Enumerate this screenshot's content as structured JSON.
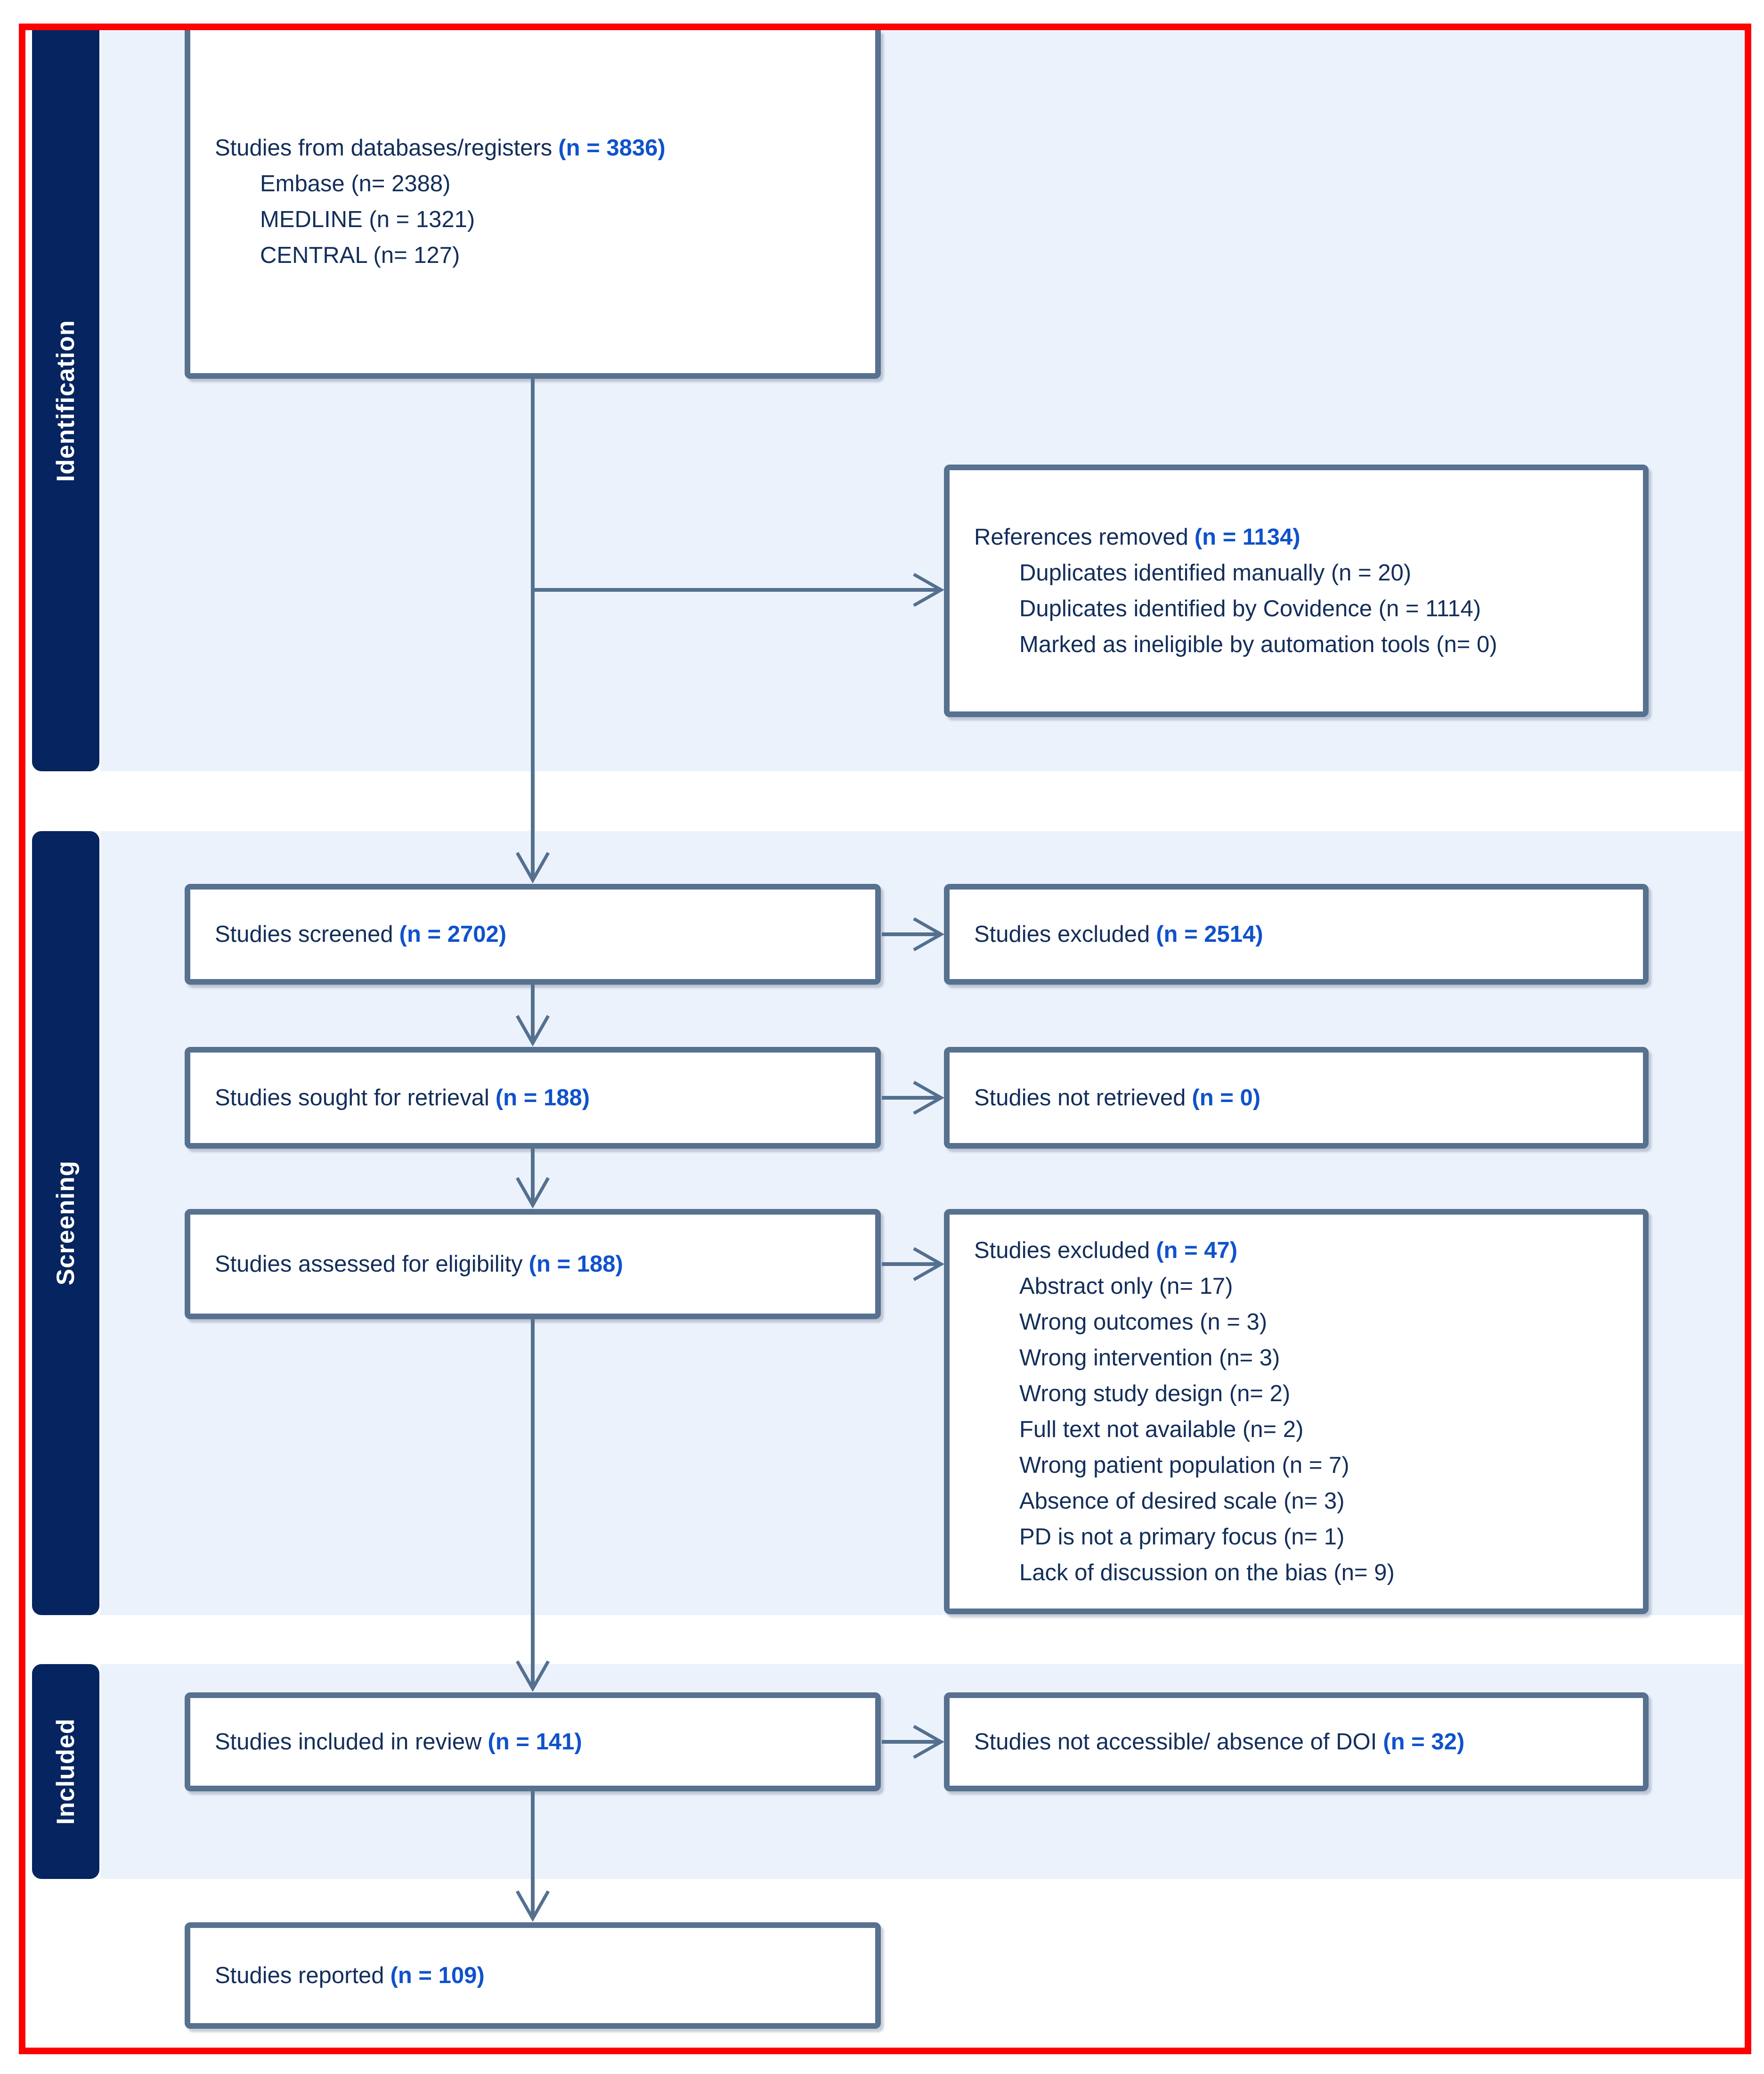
{
  "colors": {
    "frame_red": "#fd0000",
    "sidebar_navy": "#06245f",
    "band_blue": "#ecf2fc",
    "box_border_slate": "#57718f",
    "arrow_slate": "#54708f",
    "text_navy": "#132e5a",
    "count_blue": "#0f52cc"
  },
  "sidebar": {
    "sections": [
      {
        "label": "Identification"
      },
      {
        "label": "Screening"
      },
      {
        "label": "Included"
      }
    ]
  },
  "boxes": {
    "databases": {
      "title": "Studies from databases/registers",
      "n": "(n = 3836)",
      "items": [
        "Embase (n= 2388)",
        "MEDLINE (n = 1321)",
        "CENTRAL (n= 127)"
      ]
    },
    "references_removed": {
      "title": "References removed",
      "n": "(n = 1134)",
      "items": [
        "Duplicates identified manually (n = 20)",
        "Duplicates identified by Covidence (n = 1114)",
        "Marked as ineligible by automation tools (n= 0)"
      ]
    },
    "screened": {
      "title": "Studies screened",
      "n": "(n = 2702)"
    },
    "excluded_screening": {
      "title": "Studies excluded",
      "n": "(n = 2514)"
    },
    "sought": {
      "title": "Studies sought for retrieval",
      "n": "(n = 188)"
    },
    "not_retrieved": {
      "title": "Studies not retrieved",
      "n": "(n = 0)"
    },
    "assessed": {
      "title": "Studies assessed for eligibility",
      "n": "(n = 188)"
    },
    "excluded_eligibility": {
      "title": "Studies excluded",
      "n": "(n = 47)",
      "items": [
        "Abstract only (n= 17)",
        "Wrong outcomes (n = 3)",
        "Wrong intervention (n= 3)",
        "Wrong study design (n= 2)",
        "Full text not available (n= 2)",
        "Wrong patient population (n = 7)",
        "Absence of desired scale (n= 3)",
        "PD is not a primary focus (n= 1)",
        "Lack of discussion on the bias (n= 9)"
      ]
    },
    "included_review": {
      "title": "Studies included in review",
      "n": "(n = 141)"
    },
    "not_accessible": {
      "title": "Studies not accessible/ absence of DOI",
      "n": "(n = 32)"
    },
    "reported": {
      "title": "Studies reported",
      "n": "(n = 109)"
    }
  }
}
